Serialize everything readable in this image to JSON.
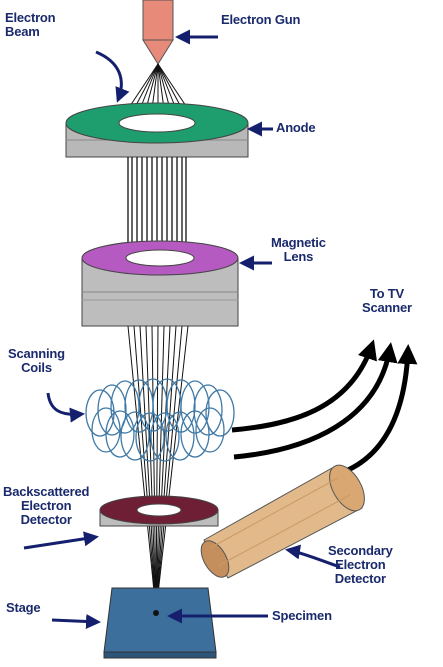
{
  "labels": {
    "electron_beam": [
      "Electron",
      "Beam"
    ],
    "electron_gun": "Electron Gun",
    "anode": "Anode",
    "magnetic_lens": [
      "Magnetic",
      "Lens"
    ],
    "to_tv_scanner": [
      "To TV",
      "Scanner"
    ],
    "scanning_coils": [
      "Scanning",
      "Coils"
    ],
    "backscattered_detector": [
      "Backscattered",
      "Electron",
      "Detector"
    ],
    "secondary_detector": [
      "Secondary",
      "Electron",
      "Detector"
    ],
    "stage": "Stage",
    "specimen": "Specimen"
  },
  "colors": {
    "label_text": "#1a2a6c",
    "arrow": "#14206e",
    "gun": "#e88a7a",
    "anode_top": "#1e9e6e",
    "lens_top": "#b45ac0",
    "metal": "#bdbdbd",
    "coil": "#3f79a6",
    "detector_ring": "#6e1f35",
    "secondary_detector": "#e2b98a",
    "stage": "#3d6f9d"
  }
}
